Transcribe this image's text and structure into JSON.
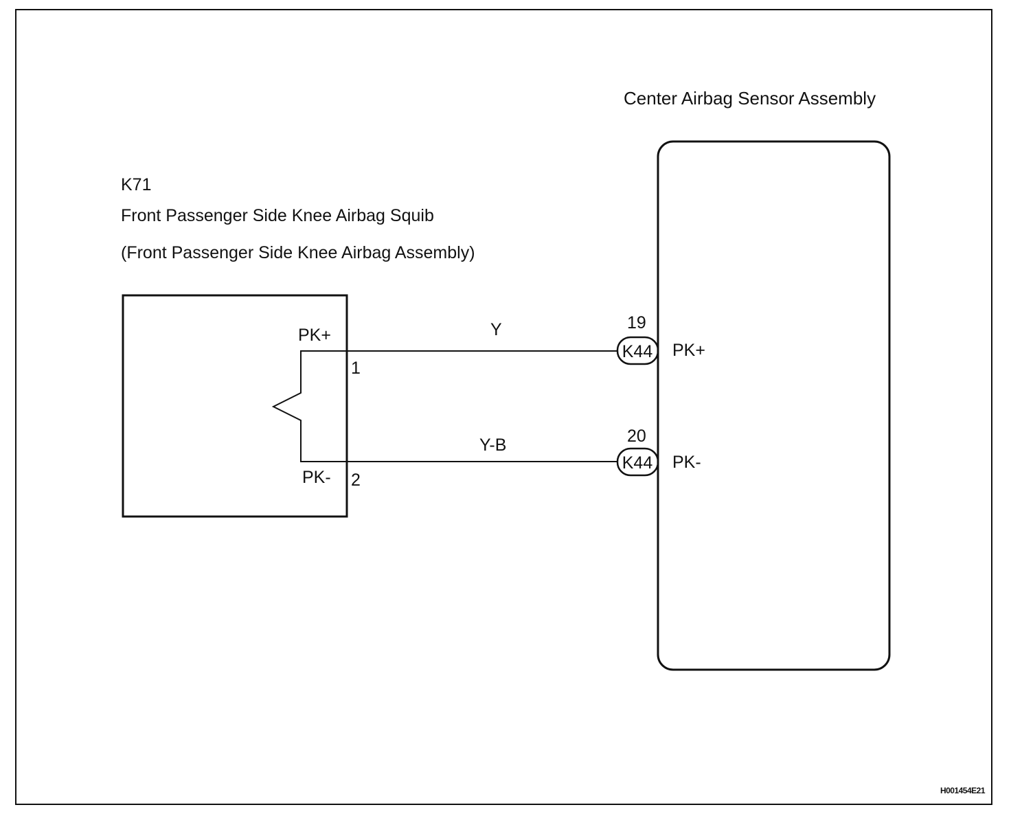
{
  "sensor": {
    "title": "Center Airbag Sensor Assembly"
  },
  "squib": {
    "code": "K71",
    "name": "Front Passenger Side Knee Airbag Squib",
    "assembly": "(Front Passenger Side Knee Airbag Assembly)",
    "pin_pos_label": "PK+",
    "pin_neg_label": "PK-",
    "pin_pos_number": "1",
    "pin_neg_number": "2"
  },
  "wires": {
    "pos_color": "Y",
    "neg_color": "Y-B"
  },
  "connectors": {
    "pos": {
      "pin": "19",
      "code": "K44",
      "terminal": "PK+"
    },
    "neg": {
      "pin": "20",
      "code": "K44",
      "terminal": "PK-"
    }
  },
  "figure_id": "H001454E21"
}
